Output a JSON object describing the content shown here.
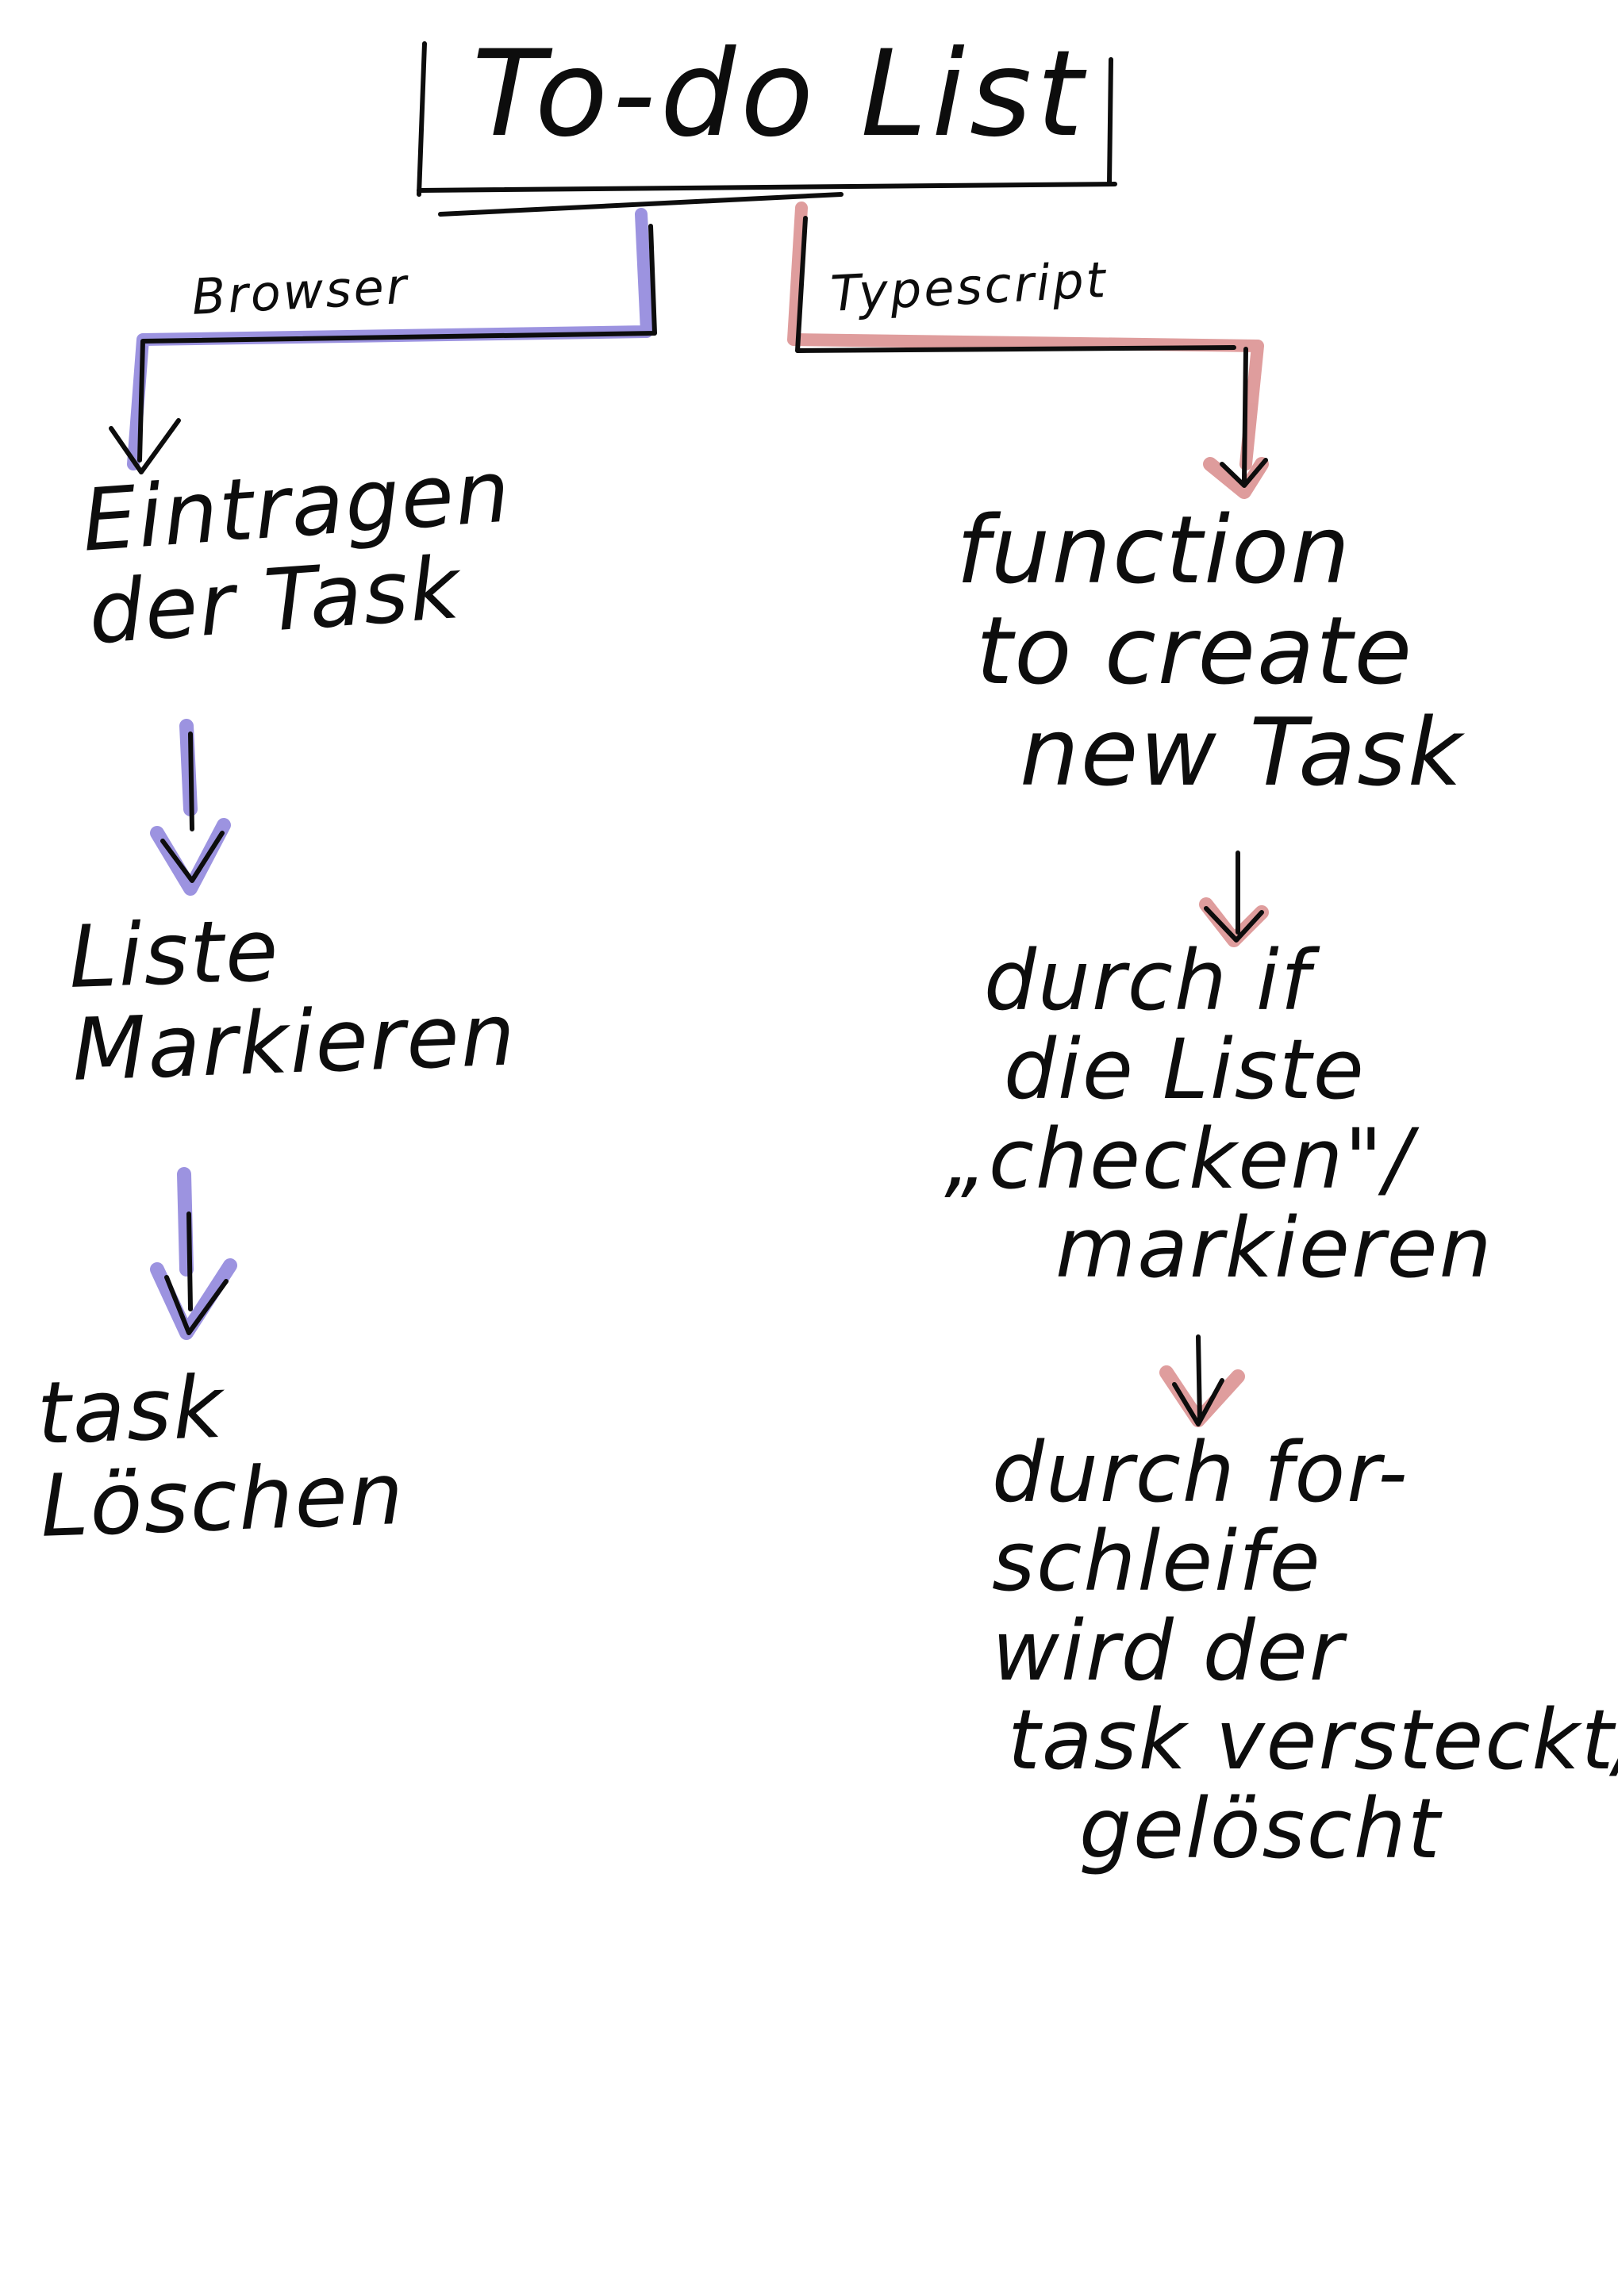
{
  "title": "To-do List",
  "colors": {
    "ink": "#0d0d0d",
    "browser_highlight": "#7b6fd6",
    "typescript_highlight": "#d47c7c",
    "background": "#ffffff"
  },
  "branches": {
    "browser": {
      "label": "Browser",
      "steps": [
        {
          "lines": [
            "Eintragen",
            "der Task"
          ]
        },
        {
          "lines": [
            "Liste",
            "Markieren"
          ]
        },
        {
          "lines": [
            "task",
            "Löschen"
          ]
        }
      ]
    },
    "typescript": {
      "label": "Typescript",
      "steps": [
        {
          "lines": [
            "function",
            "to create",
            "new Task"
          ]
        },
        {
          "lines": [
            "durch if",
            "die Liste",
            "„checken\"/",
            "markieren"
          ]
        },
        {
          "lines": [
            "durch for-",
            "schleife",
            "wird der",
            "task versteckt/",
            "gelöscht"
          ]
        }
      ]
    }
  }
}
